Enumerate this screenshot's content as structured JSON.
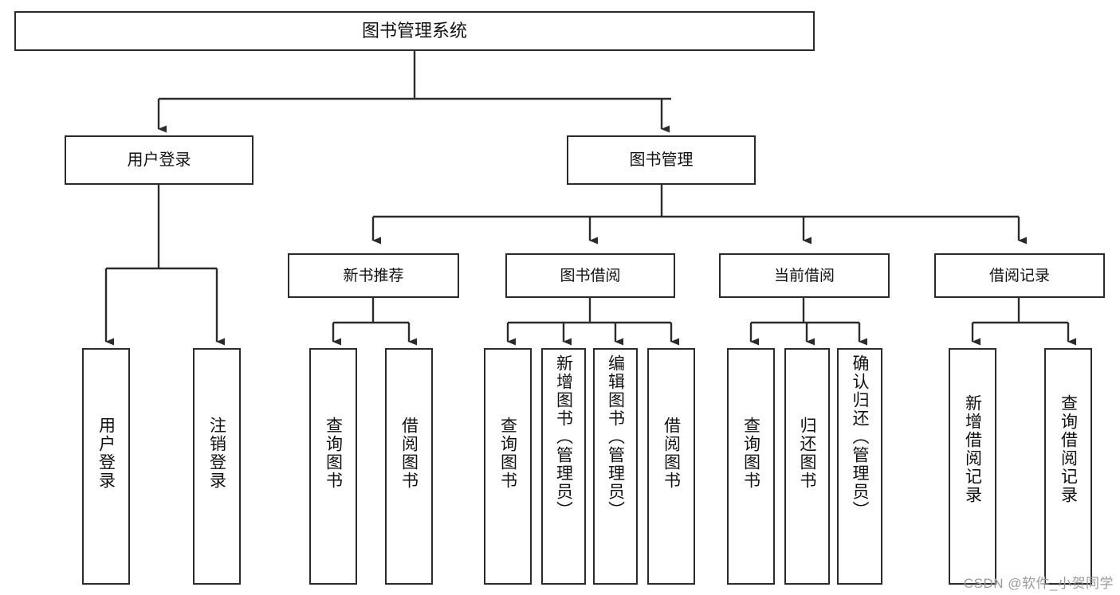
{
  "diagram": {
    "type": "tree-hierarchy",
    "title": "图书管理系统",
    "orientation": "top-down",
    "colors": {
      "box_border": "#2b2b2b",
      "box_fill": "#ffffff",
      "connector": "#2b2b2b",
      "text": "#111111",
      "watermark": "#9a9a9a",
      "background": "#ffffff"
    },
    "root": {
      "label": "图书管理系统"
    },
    "level1": [
      {
        "id": "user-login",
        "label": "用户登录"
      },
      {
        "id": "book-manage",
        "label": "图书管理"
      }
    ],
    "level2": [
      {
        "id": "new-book-recommend",
        "label": "新书推荐",
        "parent": "book-manage"
      },
      {
        "id": "book-borrow",
        "label": "图书借阅",
        "parent": "book-manage"
      },
      {
        "id": "current-borrow",
        "label": "当前借阅",
        "parent": "book-manage"
      },
      {
        "id": "borrow-record",
        "label": "借阅记录",
        "parent": "book-manage"
      }
    ],
    "leaves": [
      {
        "id": "leaf-user-login",
        "label": "用户登录",
        "parent": "user-login"
      },
      {
        "id": "leaf-user-logout",
        "label": "注销登录",
        "parent": "user-login"
      },
      {
        "id": "leaf-query-book-1",
        "label": "查询图书",
        "parent": "new-book-recommend"
      },
      {
        "id": "leaf-borrow-book-1",
        "label": "借阅图书",
        "parent": "new-book-recommend"
      },
      {
        "id": "leaf-query-book-2",
        "label": "查询图书",
        "parent": "book-borrow"
      },
      {
        "id": "leaf-add-book",
        "label": "新增图书（管理员）",
        "parent": "book-borrow"
      },
      {
        "id": "leaf-edit-book",
        "label": "编辑图书（管理员）",
        "parent": "book-borrow"
      },
      {
        "id": "leaf-borrow-book-2",
        "label": "借阅图书",
        "parent": "book-borrow"
      },
      {
        "id": "leaf-query-book-3",
        "label": "查询图书",
        "parent": "current-borrow"
      },
      {
        "id": "leaf-return-book",
        "label": "归还图书",
        "parent": "current-borrow"
      },
      {
        "id": "leaf-confirm-return",
        "label": "确认归还（管理员）",
        "parent": "current-borrow"
      },
      {
        "id": "leaf-add-record",
        "label": "新增借阅记录",
        "parent": "borrow-record"
      },
      {
        "id": "leaf-query-record",
        "label": "查询借阅记录",
        "parent": "borrow-record"
      }
    ]
  },
  "watermark": {
    "text": "CSDN @软件_小贺同学"
  }
}
